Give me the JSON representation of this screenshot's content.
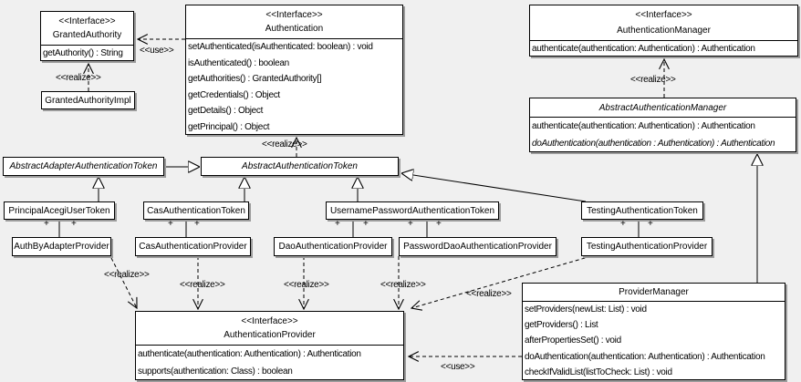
{
  "labels": {
    "interface": "<<Interface>>",
    "realize": "<<realize>>",
    "use": "<<use>>",
    "plus": "+"
  },
  "colors": {
    "background": "#f0f0f0",
    "box_fill": "#ffffff",
    "line": "#000000",
    "shadow": "#9c9c9c"
  },
  "classes": {
    "granted_authority": {
      "name": "GrantedAuthority",
      "methods": [
        "getAuthority() : String"
      ]
    },
    "granted_authority_impl": {
      "name": "GrantedAuthorityImpl"
    },
    "authentication": {
      "name": "Authentication",
      "methods": [
        "setAuthenticated(isAuthenticated: boolean) : void",
        "isAuthenticated() : boolean",
        "getAuthorities() : GrantedAuthority[]",
        "getCredentials() : Object",
        "getDetails() : Object",
        "getPrincipal() : Object"
      ]
    },
    "authentication_manager": {
      "name": "AuthenticationManager",
      "methods": [
        "authenticate(authentication: Authentication) : Authentication"
      ]
    },
    "abstract_authentication_manager": {
      "name": "AbstractAuthenticationManager",
      "methods": [
        "authenticate(authentication: Authentication) : Authentication",
        "doAuthentication(authentication : Authentication) : Authentication"
      ]
    },
    "abstract_adapter_authentication_token": {
      "name": "AbstractAdapterAuthenticationToken"
    },
    "abstract_authentication_token": {
      "name": "AbstractAuthenticationToken"
    },
    "principal_acegi_user_token": {
      "name": "PrincipalAcegiUserToken"
    },
    "cas_authentication_token": {
      "name": "CasAuthenticationToken"
    },
    "username_password_authentication_token": {
      "name": "UsernamePasswordAuthenticationToken"
    },
    "testing_authentication_token": {
      "name": "TestingAuthenticationToken"
    },
    "auth_by_adapter_provider": {
      "name": "AuthByAdapterProvider"
    },
    "cas_authentication_provider": {
      "name": "CasAuthenticationProvider"
    },
    "dao_authentication_provider": {
      "name": "DaoAuthenticationProvider"
    },
    "password_dao_authentication_provider": {
      "name": "PasswordDaoAuthenticationProvider"
    },
    "testing_authentication_provider": {
      "name": "TestingAuthenticationProvider"
    },
    "authentication_provider": {
      "name": "AuthenticationProvider",
      "methods": [
        "authenticate(authentication: Authentication) : Authentication",
        "supports(authentication: Class) : boolean"
      ]
    },
    "provider_manager": {
      "name": "ProviderManager",
      "methods": [
        "setProviders(newList: List) : void",
        "getProviders() : List",
        "afterPropertiesSet() : void",
        "doAuthentication(authentication: Authentication) : Authentication",
        "checkIfValidList(listToCheck: List) : void"
      ]
    }
  }
}
